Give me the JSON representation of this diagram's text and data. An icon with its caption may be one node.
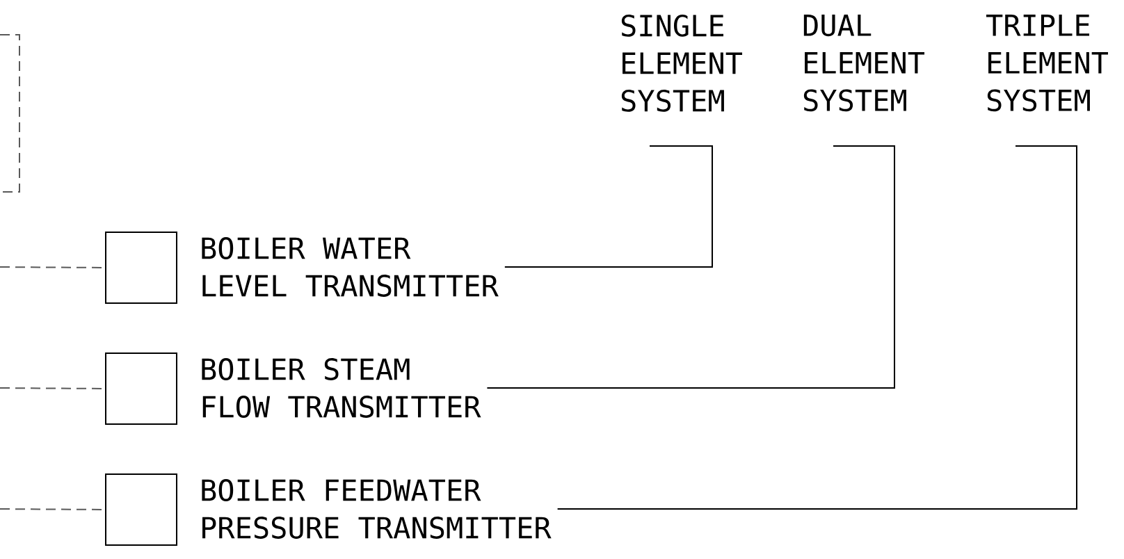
{
  "diagram": {
    "nodes": [
      {
        "text": [],
        "shape": "box"
      },
      {
        "text": [
          "SINGLE ELEMENT SYSTEM"
        ]
      },
      {
        "text": [
          "DUAL ELEMENT SYSTEM"
        ]
      },
      {
        "text": [
          "TRIPLE ELEMENT SYSTEM"
        ]
      },
      {
        "text": [
          "BOILER WATER LEVEL TRANSMITTER"
        ]
      },
      {
        "text": [
          "BOILER STEAM FLOW TRANSMITTER"
        ]
      },
      {
        "text": [
          "BOILER FEEDWATER PRESSURE TRANSMITTER"
        ]
      }
    ],
    "edges": [
      {
        "from": null,
        "to": 4,
        "arrow": "none",
        "style": "dashed"
      },
      {
        "from": null,
        "to": 5,
        "arrow": "none",
        "style": "dashed"
      },
      {
        "from": null,
        "to": 6,
        "arrow": "none",
        "style": "dashed"
      },
      {
        "from": 4,
        "to": 1,
        "arrow": "none"
      },
      {
        "from": 5,
        "to": 2,
        "arrow": "none"
      },
      {
        "from": 6,
        "to": 3,
        "arrow": "none"
      }
    ]
  }
}
